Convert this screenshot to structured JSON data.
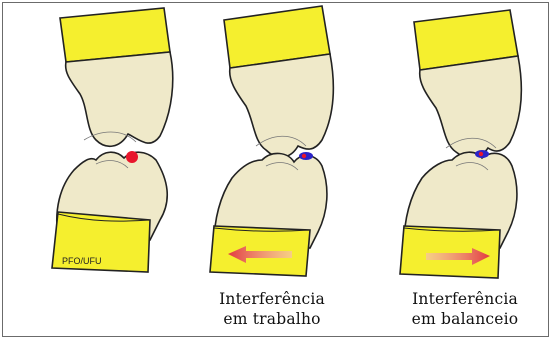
{
  "watermark": "PFO/UFU",
  "panels": [
    {
      "id": "normal"
    },
    {
      "id": "working",
      "caption": [
        "Interferência",
        "em trabalho"
      ]
    },
    {
      "id": "balancing",
      "caption": [
        "Interferência",
        "em balanceio"
      ]
    }
  ],
  "colors": {
    "tooth": "#efe9c9",
    "base": "#f5ef2e",
    "contact_red": "#e8162c",
    "contact_blue": "#2b24c8",
    "arrow": "#e2444a",
    "outline": "#222222"
  }
}
